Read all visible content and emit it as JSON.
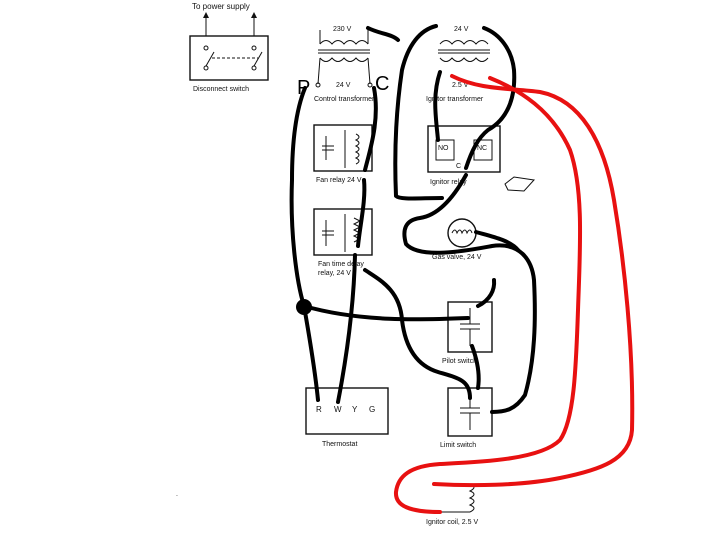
{
  "labels": {
    "to_power_supply": "To power supply",
    "disconnect_switch": "Disconnect switch",
    "control_transformer": "Control transformer",
    "ctrl_primary_voltage": "230 V",
    "ctrl_secondary_voltage": "24 V",
    "marker_p": "P",
    "marker_c": "C",
    "ignitor_transformer": "Ignitor transformer",
    "ign_primary_voltage": "24 V",
    "ign_secondary_voltage": "2.5 V",
    "fan_relay": "Fan relay 24 V",
    "ignitor_relay": "Ignitor relay",
    "relay_no": "NO",
    "relay_nc": "NC",
    "relay_c": "C",
    "fan_time_delay_relay_line1": "Fan time delay",
    "fan_time_delay_relay_line2": "relay, 24 V",
    "gas_valve": "Gas valve, 24 V",
    "pilot_switch": "Pilot switch",
    "limit_switch": "Limit switch",
    "thermostat": "Thermostat",
    "thermostat_terminals": [
      "R",
      "W",
      "Y",
      "G"
    ],
    "ignitor_coil": "Ignitor coil, 2.5 V"
  },
  "colors": {
    "wire_black": "#000000",
    "wire_red": "#e81111",
    "line_art": "#111111"
  }
}
